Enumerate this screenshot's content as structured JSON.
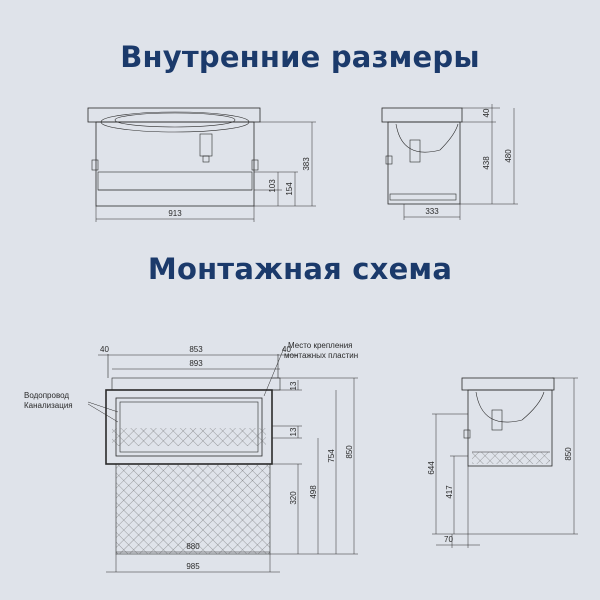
{
  "colors": {
    "background": "#dfe3ea",
    "title": "#1b3a6b",
    "line": "#2a2a2a"
  },
  "titles": {
    "internal": "Внутренние размеры",
    "mounting": "Монтажная схема"
  },
  "internal": {
    "front": {
      "width": "913",
      "height": "383",
      "inner_h1": "154",
      "inner_h2": "103"
    },
    "side": {
      "top": "40",
      "inner": "438",
      "total": "480",
      "depth": "333"
    }
  },
  "mounting": {
    "front": {
      "offset_left": "40",
      "offset_right": "40",
      "w_853": "853",
      "w_893": "893",
      "w_880": "880",
      "w_985": "985",
      "h_13a": "13",
      "h_13b": "13",
      "h_320": "320",
      "h_498": "498",
      "h_754": "754",
      "h_850": "850"
    },
    "labels": {
      "water": "Водопровод",
      "sewer": "Канализация",
      "mount_1": "Место крепления",
      "mount_2": "монтажных пластин"
    },
    "side": {
      "h_644": "644",
      "h_417": "417",
      "h_850": "850",
      "d_70": "70"
    }
  }
}
